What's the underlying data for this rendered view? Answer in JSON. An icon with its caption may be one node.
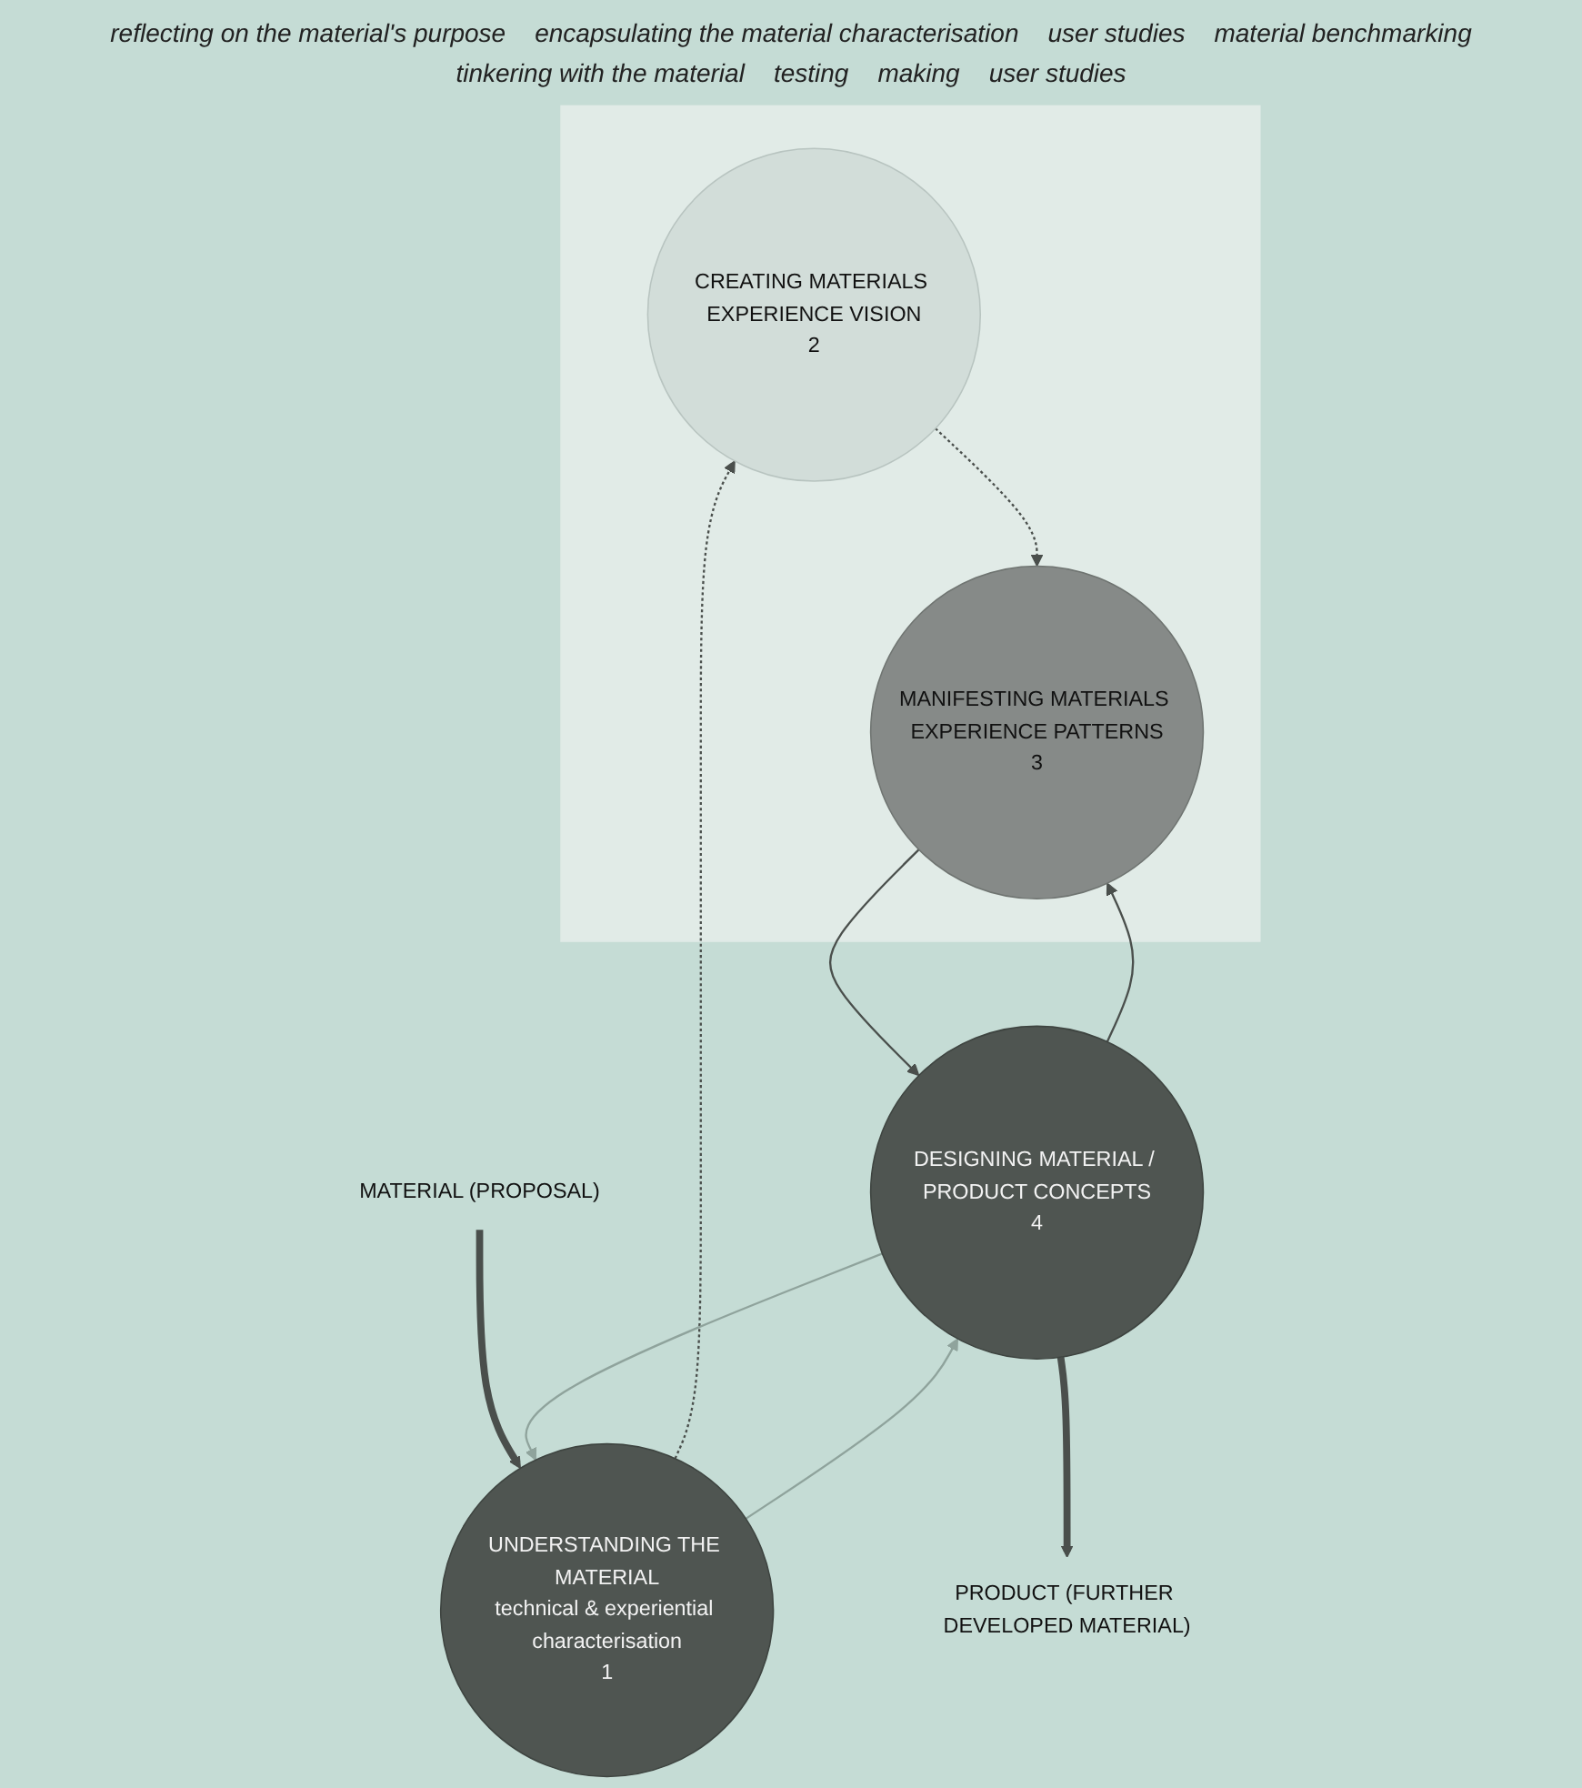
{
  "diagram": {
    "nodes": [
      {
        "text": [],
        "shape": "box"
      },
      {
        "text": [
          "CREATING MATERIALS EXPERIENCE VISION",
          "2"
        ],
        "in": 0
      },
      {
        "text": [
          "MANIFESTING MATERIALS EXPERIENCE PATTERNS",
          "3"
        ],
        "in": 0
      },
      {
        "text": [
          "UNDERSTANDING THE MATERIAL",
          "technical & experiential characterisation",
          "1"
        ]
      },
      {
        "text": [
          "DESIGNING MATERIAL / PRODUCT CONCEPTS",
          "4"
        ]
      },
      {
        "text": [
          "MATERIAL (PROPOSAL)"
        ]
      },
      {
        "text": [
          "PRODUCT (FURTHER DEVELOPED MATERIAL)"
        ]
      }
    ],
    "edges": [
      {
        "from": 5,
        "to": 3,
        "arrow": "to",
        "style": "thick"
      },
      {
        "from": 3,
        "to": 1,
        "arrow": "to",
        "style": "dashed"
      },
      {
        "from": 1,
        "to": 2,
        "arrow": "to",
        "style": "dashed"
      },
      {
        "from": 4,
        "to": 2,
        "arrow": "to"
      },
      {
        "from": 2,
        "to": 4,
        "arrow": "to"
      },
      {
        "from": 4,
        "to": 3,
        "arrow": "to",
        "color": "#8fa39c"
      },
      {
        "from": 3,
        "to": 4,
        "arrow": "to",
        "color": "#8fa39c"
      },
      {
        "from": 4,
        "to": 6,
        "arrow": "to",
        "style": "thick"
      }
    ],
    "labels": [
      "reflecting on the material's purpose",
      "encapsulating the material characterisation",
      "user studies",
      "material benchmarking",
      "tinkering with the material",
      "testing",
      "making",
      "user studies"
    ]
  }
}
